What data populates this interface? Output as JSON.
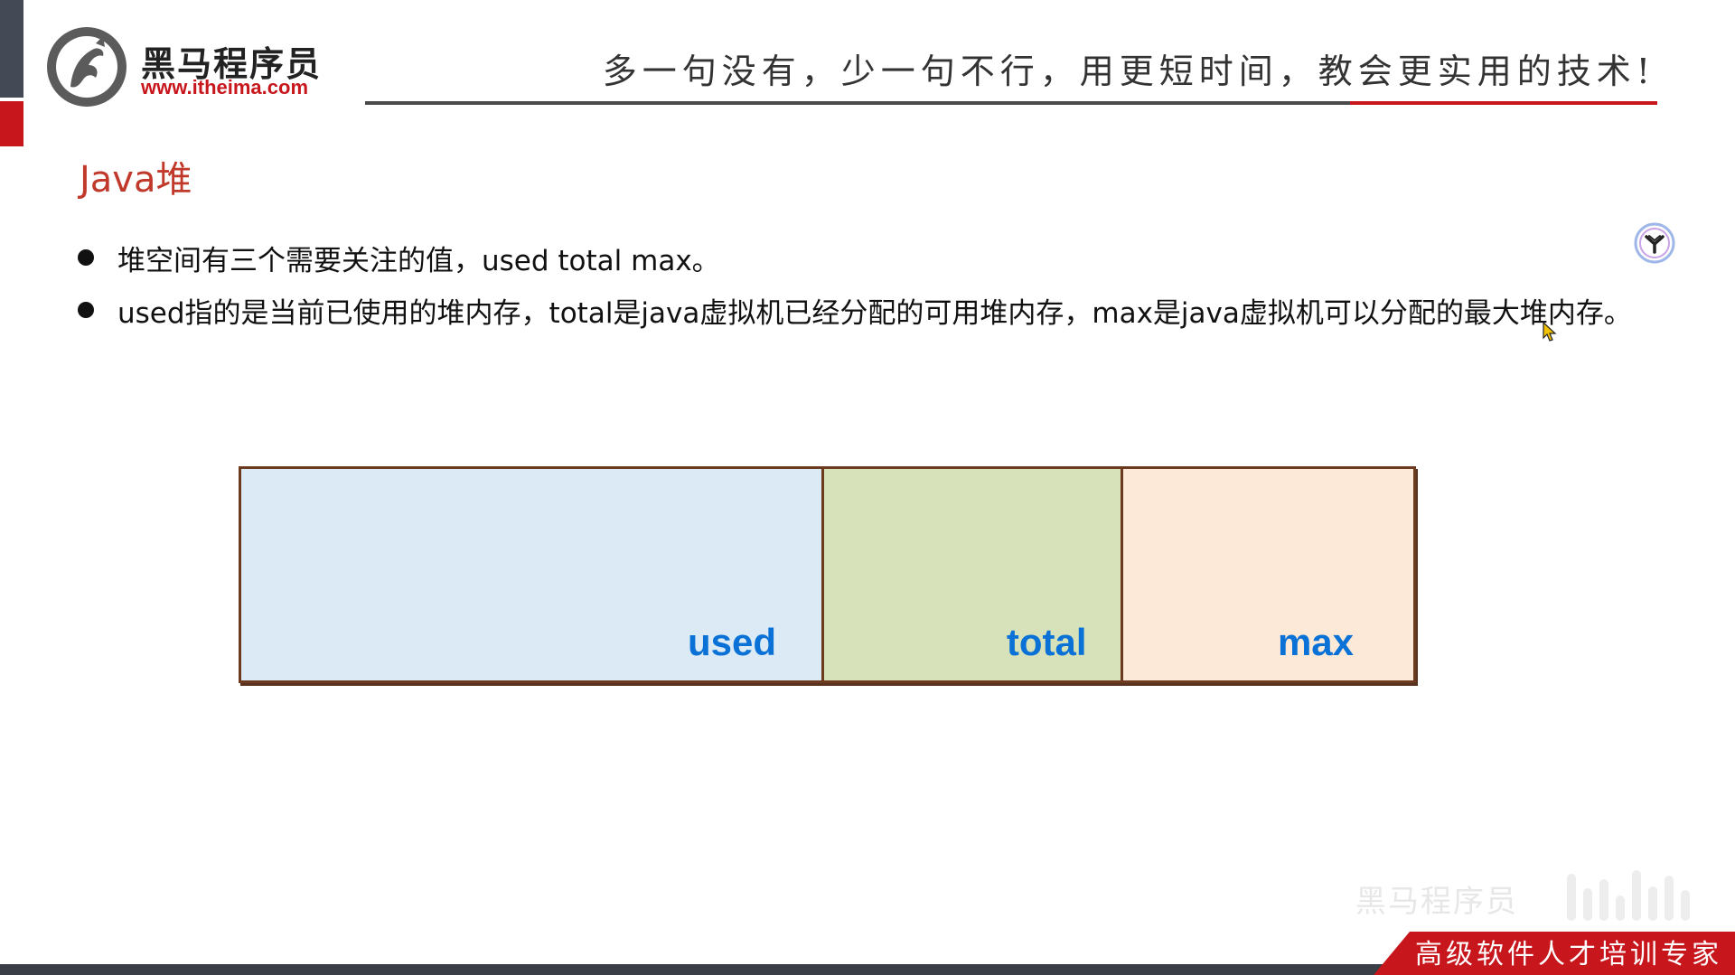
{
  "header": {
    "logo_name": "黑马程序员",
    "logo_url": "www.itheima.com",
    "slogan": "多一句没有，少一句不行，用更短时间，教会更实用的技术!"
  },
  "slide": {
    "title": "Java堆",
    "bullets": [
      "堆空间有三个需要关注的值，used total max。",
      "used指的是当前已使用的堆内存，total是java虚拟机已经分配的可用堆内存，max是java虚拟机可以分配的最大堆内存。"
    ]
  },
  "diagram": {
    "segments": [
      {
        "label": "used",
        "color": "#dbeaf5"
      },
      {
        "label": "total",
        "color": "#d7e2bb"
      },
      {
        "label": "max",
        "color": "#fde9d8"
      }
    ],
    "label_color": "#0a72d6",
    "border_color": "#6b3a1f"
  },
  "footer": {
    "badge_text": "高级软件人才培训专家",
    "watermark": "黑马程序员"
  },
  "colors": {
    "accent_red": "#c8161d",
    "title_red": "#c0392b"
  },
  "icons": {
    "logo": "horse-logo-icon",
    "floating": "app-badge-icon",
    "cursor": "mouse-cursor-icon",
    "watermark": "bilibili-logo-icon"
  }
}
